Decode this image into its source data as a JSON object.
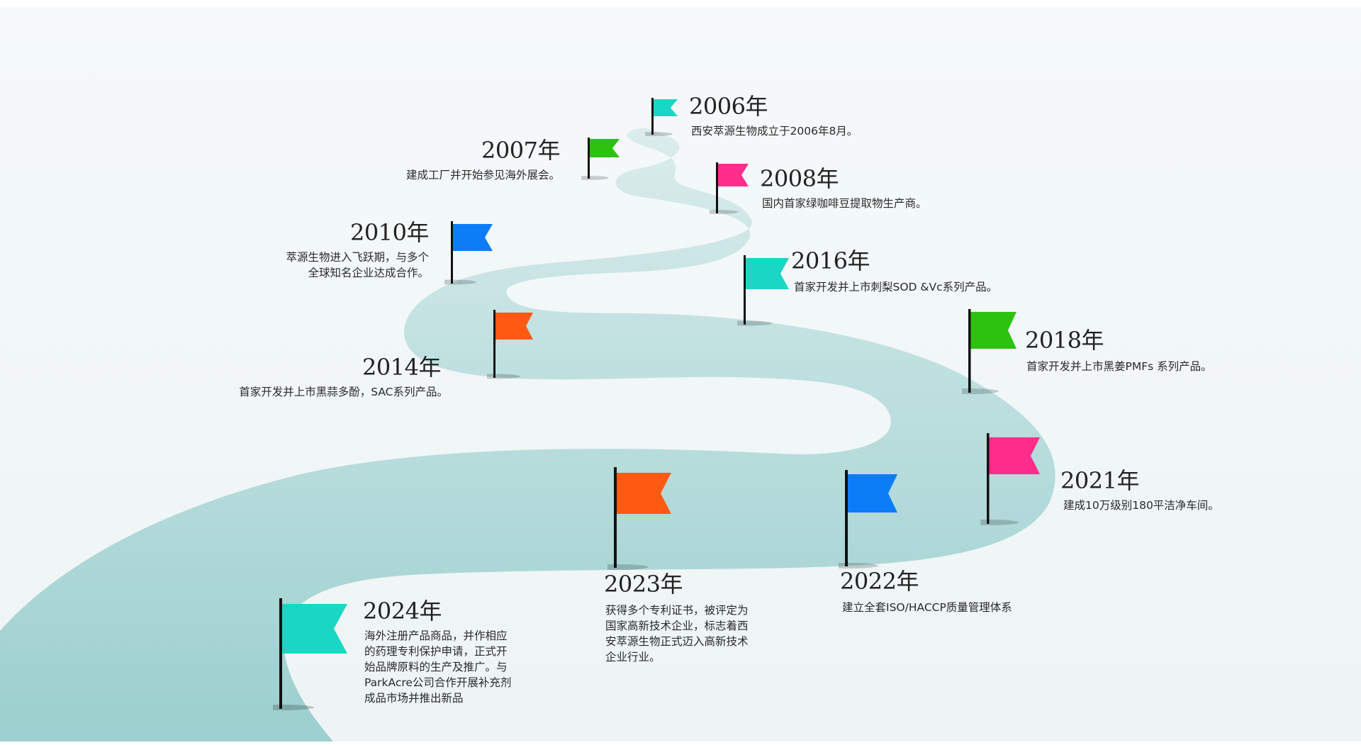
{
  "milestones": [
    {
      "year": "2006年",
      "text": "西安萃源生物成立于2006年8月。",
      "flag_color": "#1ad6c4"
    },
    {
      "year": "2007年",
      "text": "建成工厂并开始参见海外展会。",
      "flag_color": "#2cc20f"
    },
    {
      "year": "2008年",
      "text": "国内首家绿咖啡豆提取物生产商。",
      "flag_color": "#ff2d8c"
    },
    {
      "year": "2010年",
      "text": "萃源生物进入飞跃期，与多个\n全球知名企业达成合作。",
      "flag_color": "#0d7cf7"
    },
    {
      "year": "2014年",
      "text": "首家开发并上市黑蒜多酚，SAC系列产品。",
      "flag_color": "#ff5a12"
    },
    {
      "year": "2016年",
      "text": "首家开发并上市刺梨SOD &Vc系列产品。",
      "flag_color": "#1ad6c4"
    },
    {
      "year": "2018年",
      "text": "首家开发并上市黑姜PMFs 系列产品。",
      "flag_color": "#2cc20f"
    },
    {
      "year": "2021年",
      "text": "建成10万级别180平洁净车间。",
      "flag_color": "#ff2d8c"
    },
    {
      "year": "2022年",
      "text": "建立全套ISO/HACCP质量管理体系",
      "flag_color": "#0d7cf7"
    },
    {
      "year": "2023年",
      "text": "获得多个专利证书，被评定为\n国家高新技术企业，标志着西\n安萃源生物正式迈入高新技术\n企业行业。",
      "flag_color": "#ff5a12"
    },
    {
      "year": "2024年",
      "text": "海外注册产品商品，并作相应\n的药理专利保护申请，正式开\n始品牌原料的生产及推广。与\nParkAcre公司合作开展补充剂\n成品市场并推出新品",
      "flag_color": "#1ad6c4"
    }
  ],
  "colors": {
    "road": "#a9d6d6",
    "road_light": "#d3e9e9",
    "pole": "#111111"
  }
}
